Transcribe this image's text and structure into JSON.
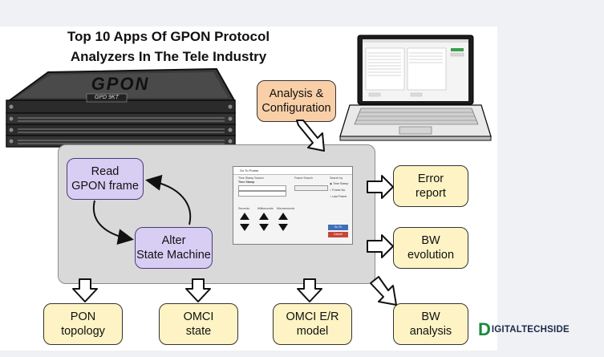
{
  "title": {
    "line1": "Top 10 Apps Of GPON Protocol",
    "line2": "Analyzers In The Tele Industry"
  },
  "device": {
    "brand": "GPON",
    "model": "GPD 9KT"
  },
  "boxes": {
    "analysis_config": [
      "Analysis &",
      "Configuration"
    ],
    "read_frame": [
      "Read",
      "GPON frame"
    ],
    "alter_state": [
      "Alter",
      "State Machine"
    ],
    "error_report": [
      "Error",
      "report"
    ],
    "bw_evolution": [
      "BW",
      "evolution"
    ],
    "bw_analysis": [
      "BW",
      "analysis"
    ],
    "pon_topology": [
      "PON",
      "topology"
    ],
    "omci_state": [
      "OMCI",
      "state"
    ],
    "omci_model": [
      "OMCI E/R",
      "model"
    ]
  },
  "dialog": {
    "title": "Go To Frame",
    "section_left": "Time Stamp Search",
    "field_time": "Time Stamp",
    "section_right": "Frame Search",
    "search_by": "Search by",
    "radio_time": "Time Stamp",
    "radio_frame": "Frame No.",
    "radio_last": "Last Frame",
    "col_seconds": "Seconds",
    "col_millis": "Milliseconds",
    "col_micros": "Microseconds",
    "btn_go": "Go To",
    "btn_cancel": "Cancel"
  },
  "logo": {
    "mark": "D",
    "text": "IGITALTECHSIDE"
  },
  "colors": {
    "purple_fill": "#d8cdf3",
    "yellow_fill": "#fdf3c4",
    "orange_fill": "#f9cfa8",
    "panel_fill": "#d9d9d9",
    "logo_green": "#1a8a3a"
  }
}
